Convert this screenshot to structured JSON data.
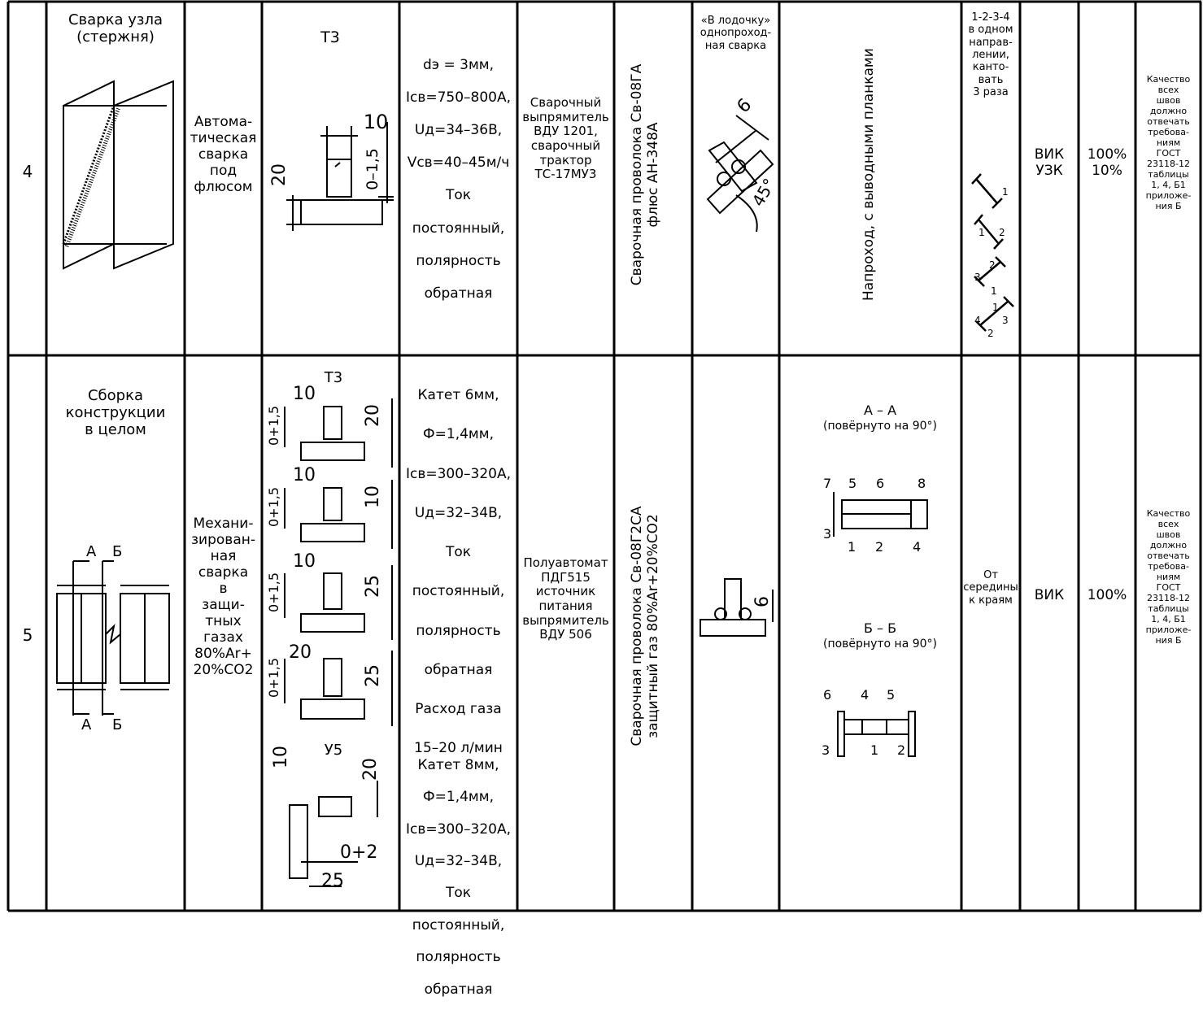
{
  "rows": [
    {
      "number": "4",
      "operation": "Сварка узла\n(стержня)",
      "method": "Автома-\nтическая\nсварка\nпод\nфлюсом",
      "joint": {
        "label": "Т3",
        "dims": [
          "10",
          "20",
          "0–1,5"
        ]
      },
      "mode_lines": [
        "dэ = 3мм,",
        "Iсв=750–800А,",
        "Uд=34–36В,",
        "Vсв=40–45м/ч",
        "Ток",
        "постоянный,",
        "полярность",
        "обратная"
      ],
      "equipment": "Сварочный\nвыпрямитель\nВДУ 1201,\nсварочный\nтрактор\nТС-17МУ3",
      "materials_lines": [
        "Сварочная проволока Св-08ГА",
        "флюс АН-348А"
      ],
      "position_title": "«В лодочку»\nоднопроход-\nная сварка",
      "position_dims": [
        "6",
        "45°"
      ],
      "sequence": "Напроход, с выводными планками",
      "order_text": "1-2-3-4\nв одном\nнаправ-\nлении,\nканто-\nвать\n3 раза",
      "control": "ВИК\nУЗК",
      "volume": "100%\n10%",
      "requirements": "Качество\nвсех\nшвов\nдолжно\nотвечать\nтребова-\nниям\nГОСТ\n23118-12\nтаблицы\n1, 4, Б1\nприложе-\nния Б"
    },
    {
      "number": "5",
      "operation": "Сборка\nконструкции\nв целом",
      "section_marks": [
        "А",
        "Б",
        "А",
        "Б"
      ],
      "method": "Механи-\nзирован-\nная\nсварка\nв\nзащи-\nтных\nгазах\n80%Ar+\n20%CO2",
      "joints": [
        {
          "label": "Т3",
          "dims": [
            "10",
            "0+1,5",
            "20"
          ]
        },
        {
          "label": "",
          "dims": [
            "10",
            "0+1,5",
            "10"
          ]
        },
        {
          "label": "",
          "dims": [
            "10",
            "0+1,5",
            "25"
          ]
        },
        {
          "label": "",
          "dims": [
            "20",
            "0+1,5",
            "25"
          ]
        },
        {
          "label": "У5",
          "dims": [
            "10",
            "20",
            "0+2",
            "25"
          ]
        }
      ],
      "mode_top_lines": [
        "Катет 6мм,",
        "Ф=1,4мм,",
        "Iсв=300–320А,",
        "Uд=32–34В,",
        "Ток",
        "постоянный,",
        "полярность",
        "обратная",
        "Расход газа",
        "15–20 л/мин"
      ],
      "mode_bottom_lines": [
        "Катет 8мм,",
        "Ф=1,4мм,",
        "Iсв=300–320А,",
        "Uд=32–34В,",
        "Ток",
        "постоянный,",
        "полярность",
        "обратная"
      ],
      "equipment": "Полуавтомат\nПДГ515\nисточник\nпитания\nвыпрямитель\nВДУ 506",
      "materials_lines": [
        "Сварочная проволока Св-08Г2СА",
        "защитный газ 80%Ar+20%CO2"
      ],
      "position_dims": [
        "6"
      ],
      "section_aa": {
        "title": "А – А",
        "note": "(повёрнуто на 90°)",
        "numbers": [
          "7",
          "5",
          "6",
          "8",
          "3",
          "1",
          "2",
          "4"
        ]
      },
      "section_bb": {
        "title": "Б – Б",
        "note": "(повёрнуто на 90°)",
        "numbers": [
          "6",
          "4",
          "5",
          "3",
          "1",
          "2"
        ]
      },
      "order_text": "От\nсередины\nк краям",
      "control": "ВИК",
      "volume": "100%",
      "requirements": "Качество\nвсех\nшвов\nдолжно\nотвечать\nтребова-\nниям\nГОСТ\n23118-12\nтаблицы\n1, 4, Б1\nприложе-\nния Б"
    }
  ]
}
